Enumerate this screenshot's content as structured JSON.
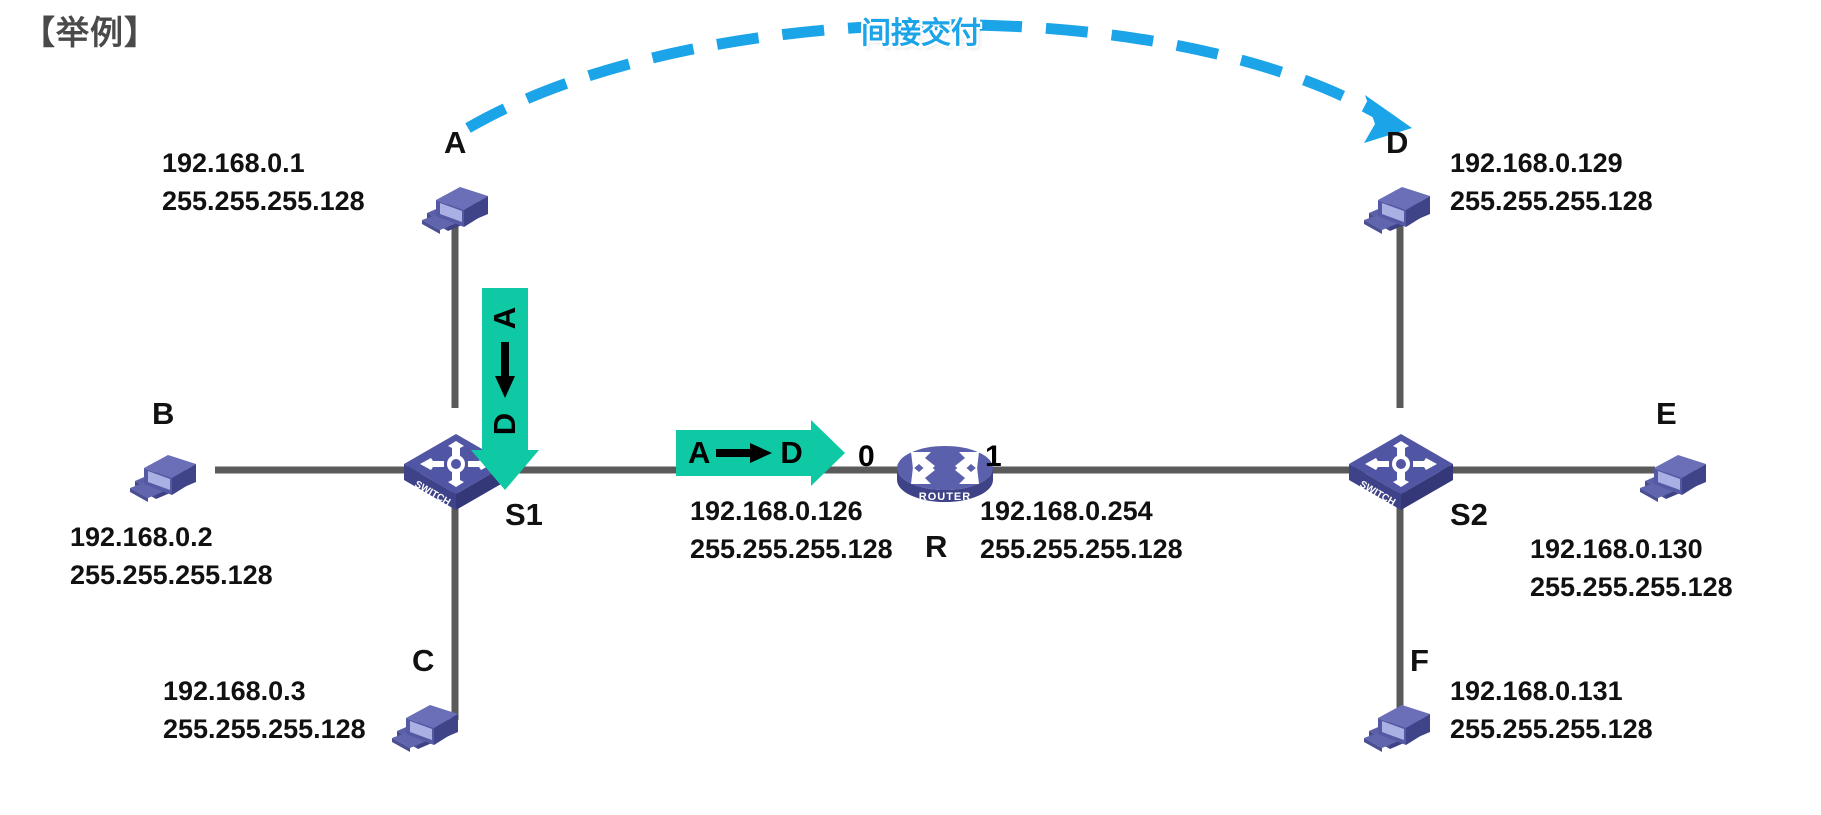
{
  "diagram": {
    "title": "【举例】",
    "arc_label": "间接交付",
    "accent_blue": "#1ba4e8",
    "packet_green": "#0fc9a4",
    "link_gray": "#5a5a5a"
  },
  "packets": [
    {
      "id": "pkt-vertical-a-to-d",
      "src": "A",
      "dst": "D",
      "arrow": "↓",
      "orientation": "down"
    },
    {
      "id": "pkt-horizontal-a-to-d",
      "src": "A",
      "dst": "D",
      "arrow": "→",
      "orientation": "right"
    }
  ],
  "hosts": [
    {
      "id": "A",
      "label": "A",
      "ip": "192.168.0.1",
      "mask": "255.255.255.128"
    },
    {
      "id": "B",
      "label": "B",
      "ip": "192.168.0.2",
      "mask": "255.255.255.128"
    },
    {
      "id": "C",
      "label": "C",
      "ip": "192.168.0.3",
      "mask": "255.255.255.128"
    },
    {
      "id": "D",
      "label": "D",
      "ip": "192.168.0.129",
      "mask": "255.255.255.128"
    },
    {
      "id": "E",
      "label": "E",
      "ip": "192.168.0.130",
      "mask": "255.255.255.128"
    },
    {
      "id": "F",
      "label": "F",
      "ip": "192.168.0.131",
      "mask": "255.255.255.128"
    }
  ],
  "switches": [
    {
      "id": "S1",
      "label": "S1",
      "caption": "SWITCH"
    },
    {
      "id": "S2",
      "label": "S2",
      "caption": "SWITCH"
    }
  ],
  "router": {
    "id": "R",
    "label": "R",
    "caption": "ROUTER",
    "port0": {
      "num": "0",
      "ip": "192.168.0.126",
      "mask": "255.255.255.128"
    },
    "port1": {
      "num": "1",
      "ip": "192.168.0.254",
      "mask": "255.255.255.128"
    }
  }
}
